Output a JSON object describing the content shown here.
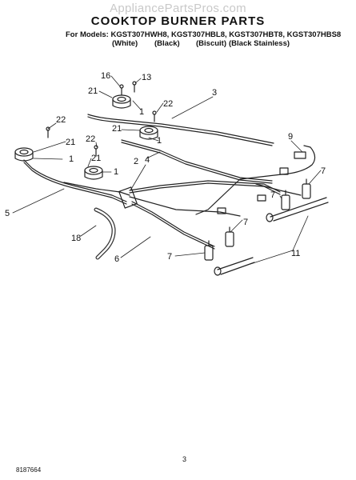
{
  "watermark": "AppliancePartsPros.com",
  "title": "COOKTOP BURNER PARTS",
  "models_line": "For Models: KGST307HWH8, KGST307HBL8, KGST307HBT8, KGST307HBS8",
  "colors": [
    "(White)",
    "(Black)",
    "(Biscuit)",
    "(Black Stainless)"
  ],
  "page_number": "3",
  "doc_number": "8187664",
  "callouts": [
    {
      "id": "c16",
      "text": "16"
    },
    {
      "id": "c13",
      "text": "13"
    },
    {
      "id": "c21a",
      "text": "21"
    },
    {
      "id": "c3",
      "text": "3"
    },
    {
      "id": "c1a",
      "text": "1"
    },
    {
      "id": "c22a",
      "text": "22"
    },
    {
      "id": "c22b",
      "text": "22"
    },
    {
      "id": "c21b",
      "text": "21"
    },
    {
      "id": "c1b",
      "text": "1"
    },
    {
      "id": "c21c",
      "text": "21"
    },
    {
      "id": "c21d",
      "text": "21"
    },
    {
      "id": "c22c",
      "text": "22"
    },
    {
      "id": "c1c",
      "text": "1"
    },
    {
      "id": "c2",
      "text": "2"
    },
    {
      "id": "c1d",
      "text": "1"
    },
    {
      "id": "c4",
      "text": "4"
    },
    {
      "id": "c9",
      "text": "9"
    },
    {
      "id": "c7a",
      "text": "7"
    },
    {
      "id": "c7b",
      "text": "7"
    },
    {
      "id": "c7c",
      "text": "7"
    },
    {
      "id": "c7d",
      "text": "7"
    },
    {
      "id": "c5",
      "text": "5"
    },
    {
      "id": "c18",
      "text": "18"
    },
    {
      "id": "c6",
      "text": "6"
    },
    {
      "id": "c11",
      "text": "11"
    }
  ]
}
